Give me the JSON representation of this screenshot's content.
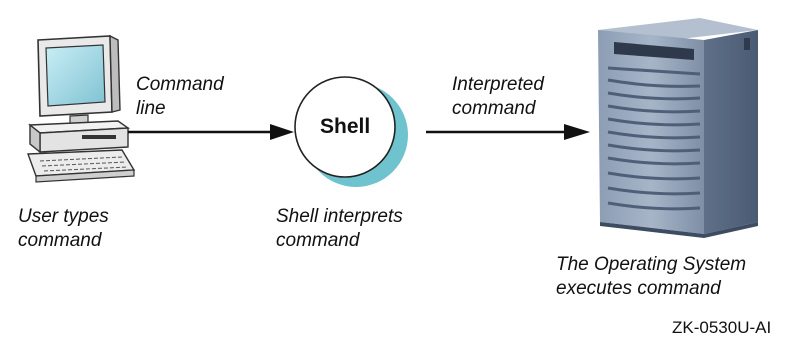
{
  "labels": {
    "command_line": [
      "Command",
      "line"
    ],
    "shell": "Shell",
    "interpreted_command": [
      "Interpreted",
      "command"
    ],
    "user_types_command": [
      "User types",
      "command"
    ],
    "shell_interprets_command": [
      "Shell interprets",
      "command"
    ],
    "os_executes_command": [
      "The Operating System",
      "executes command"
    ]
  },
  "figure_id": "ZK-0530U-AI",
  "colors": {
    "shell_shadow": "#6fc3cf",
    "monitor_screen": "#9bd3df",
    "server_body": "#7d8fa8",
    "server_dark": "#4f607a",
    "arrow": "#111111"
  },
  "icons": {
    "user_terminal": "desktop-computer-icon",
    "server": "server-tower-icon"
  }
}
